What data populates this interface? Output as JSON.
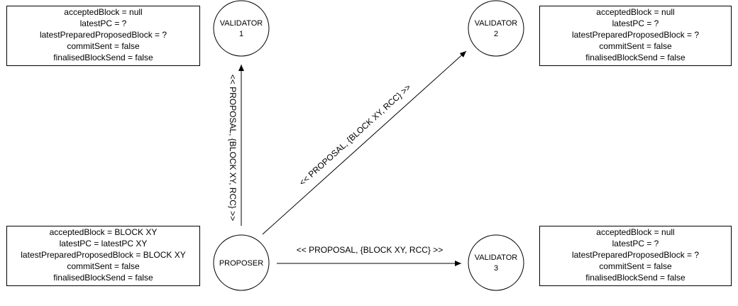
{
  "state_boxes": {
    "v1": {
      "lines": [
        "acceptedBlock = null",
        "latestPC = ?",
        "latestPreparedProposedBlock = ?",
        "commitSent = false",
        "finalisedBlockSend = false"
      ]
    },
    "v2": {
      "lines": [
        "acceptedBlock = null",
        "latestPC = ?",
        "latestPreparedProposedBlock = ?",
        "commitSent = false",
        "finalisedBlockSend = false"
      ]
    },
    "proposer": {
      "lines": [
        "acceptedBlock = BLOCK XY",
        "latestPC = latestPC XY",
        "latestPreparedProposedBlock = BLOCK XY",
        "commitSent = false",
        "finalisedBlockSend = false"
      ]
    },
    "v3": {
      "lines": [
        "acceptedBlock = null",
        "latestPC = ?",
        "latestPreparedProposedBlock = ?",
        "commitSent = false",
        "finalisedBlockSend = false"
      ]
    }
  },
  "nodes": {
    "validator1": {
      "line1": "VALIDATOR",
      "line2": "1"
    },
    "validator2": {
      "line1": "VALIDATOR",
      "line2": "2"
    },
    "validator3": {
      "line1": "VALIDATOR",
      "line2": "3"
    },
    "proposer": {
      "line1": "PROPOSER"
    }
  },
  "edges": {
    "to_validator1": "<< PROPOSAL, {BLOCK XY, RCC} >>",
    "to_validator2": "<< PROPOSAL, {BLOCK XY, RCC} >>",
    "to_validator3": "<< PROPOSAL, {BLOCK XY, RCC} >>"
  },
  "colors": {
    "stroke": "#000000",
    "background": "#ffffff"
  }
}
